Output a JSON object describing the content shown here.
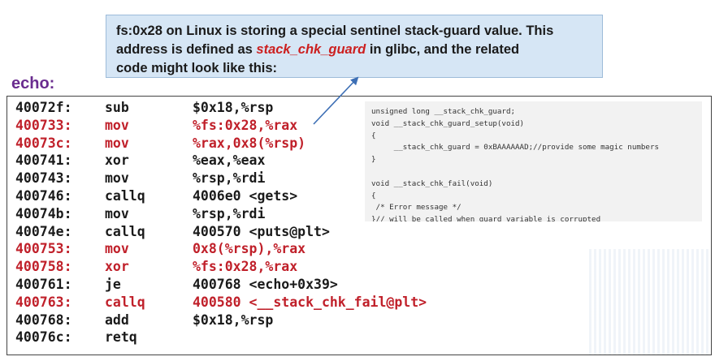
{
  "callout": {
    "line1": "fs:0x28 on Linux is storing a special sentinel stack-guard value. This",
    "line2_pre": "address is defined as ",
    "line2_highlight": "stack_chk_guard",
    "line2_post": " in glibc, and the related",
    "line3": "code might look like this:"
  },
  "section_label": "echo:",
  "assembly": [
    {
      "addr": "40072f:",
      "op": "sub",
      "args": "$0x18,%rsp",
      "highlight": false
    },
    {
      "addr": "400733:",
      "op": "mov",
      "args": "%fs:0x28,%rax",
      "highlight": true
    },
    {
      "addr": "40073c:",
      "op": "mov",
      "args": "%rax,0x8(%rsp)",
      "highlight": true
    },
    {
      "addr": "400741:",
      "op": "xor",
      "args": "%eax,%eax",
      "highlight": false
    },
    {
      "addr": "400743:",
      "op": "mov",
      "args": "%rsp,%rdi",
      "highlight": false
    },
    {
      "addr": "400746:",
      "op": "callq",
      "args": "4006e0 <gets>",
      "highlight": false
    },
    {
      "addr": "40074b:",
      "op": "mov",
      "args": "%rsp,%rdi",
      "highlight": false
    },
    {
      "addr": "40074e:",
      "op": "callq",
      "args": "400570 <puts@plt>",
      "highlight": false
    },
    {
      "addr": "400753:",
      "op": "mov",
      "args": "0x8(%rsp),%rax",
      "highlight": true
    },
    {
      "addr": "400758:",
      "op": "xor",
      "args": "%fs:0x28,%rax",
      "highlight": true
    },
    {
      "addr": "400761:",
      "op": "je",
      "args": "400768 <echo+0x39>",
      "highlight": false
    },
    {
      "addr": "400763:",
      "op": "callq",
      "args": "400580 <__stack_chk_fail@plt>",
      "highlight": true
    },
    {
      "addr": "400768:",
      "op": "add",
      "args": "$0x18,%rsp",
      "highlight": false
    },
    {
      "addr": "40076c:",
      "op": "retq",
      "args": "",
      "highlight": false
    }
  ],
  "snippet_lines": [
    "unsigned long __stack_chk_guard;",
    "void __stack_chk_guard_setup(void)",
    "{",
    "     __stack_chk_guard = 0xBAAAAAAD;//provide some magic numbers",
    "}",
    "",
    "void __stack_chk_fail(void)",
    "{",
    " /* Error message */",
    "}// will be called when guard variable is corrupted"
  ],
  "colors": {
    "highlight_red": "#c0202a",
    "label_purple": "#6a2c8f",
    "callout_bg": "#d6e6f5",
    "arrow_blue": "#3d6fb5"
  }
}
